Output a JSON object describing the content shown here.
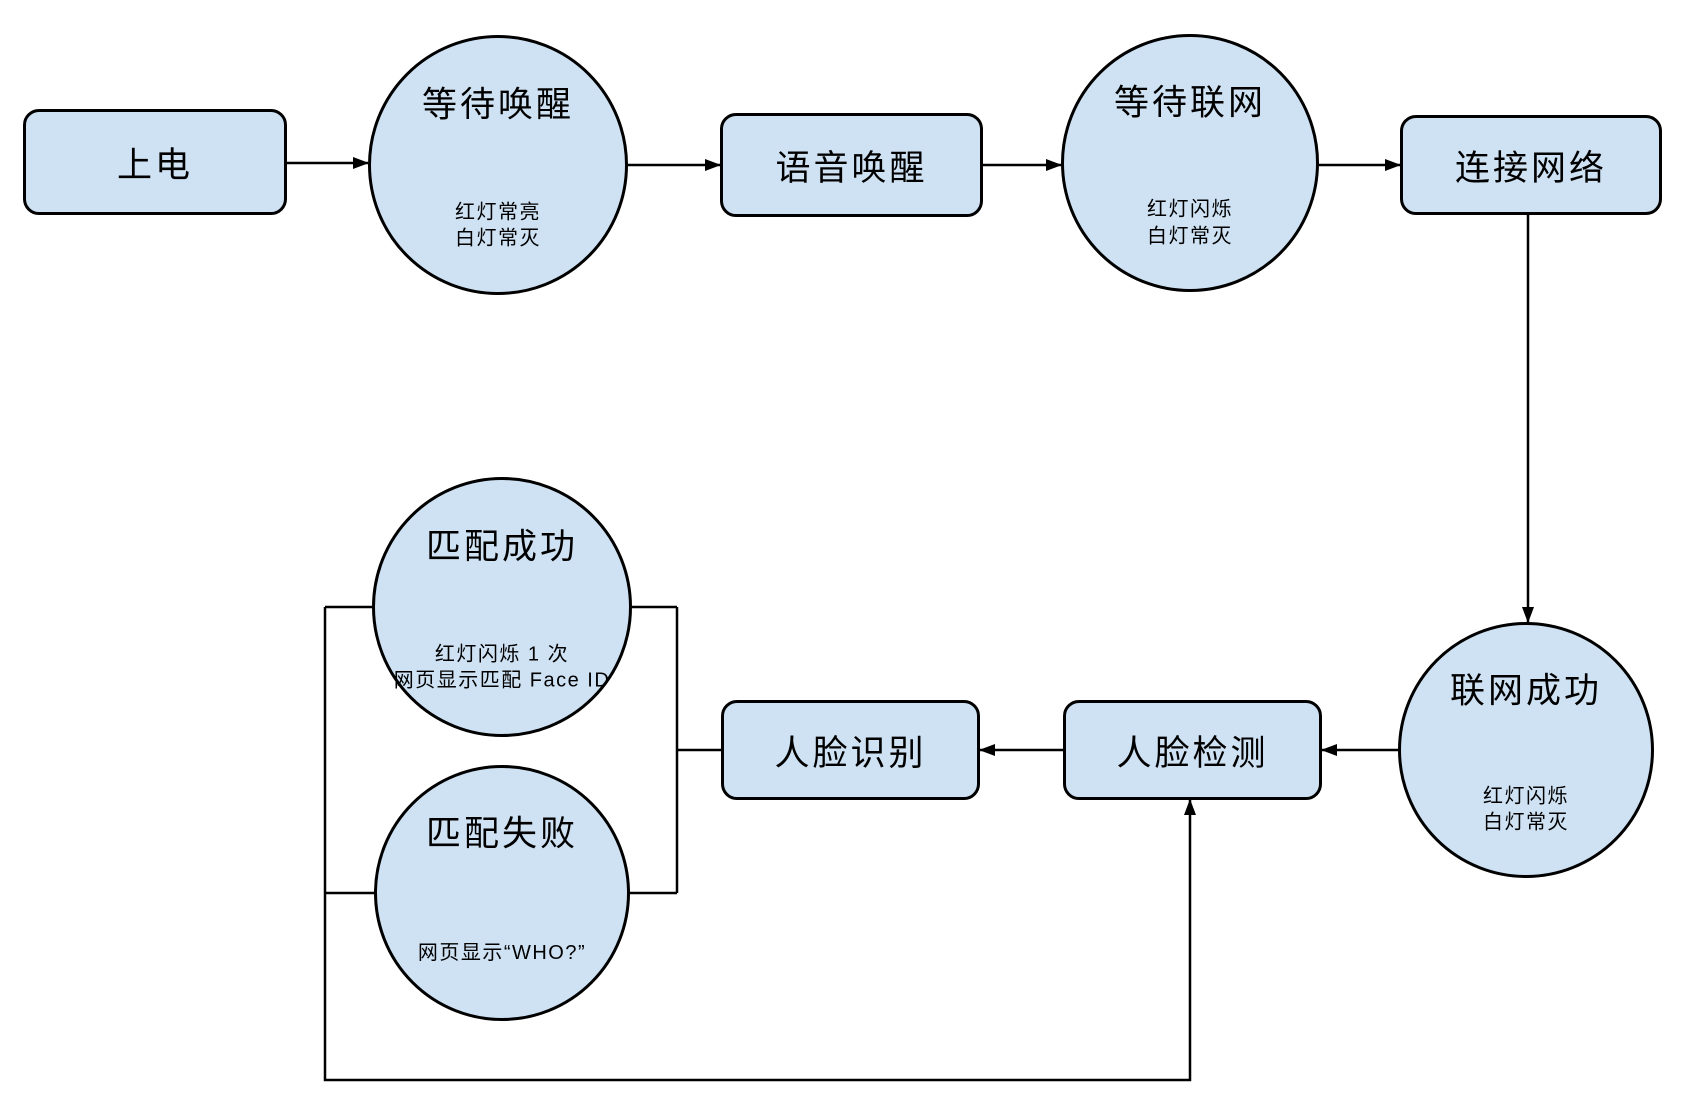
{
  "colors": {
    "node_fill": "#cfe2f3",
    "node_border": "#000000",
    "connector": "#000000",
    "background": "#ffffff"
  },
  "nodes": {
    "power_on": {
      "label": "上电"
    },
    "wait_wake": {
      "label": "等待唤醒",
      "sub1": "红灯常亮",
      "sub2": "白灯常灭"
    },
    "voice_wake": {
      "label": "语音唤醒"
    },
    "wait_network": {
      "label": "等待联网",
      "sub1": "红灯闪烁",
      "sub2": "白灯常灭"
    },
    "connect_network": {
      "label": "连接网络"
    },
    "network_success": {
      "label": "联网成功",
      "sub1": "红灯闪烁",
      "sub2": "白灯常灭"
    },
    "face_detect": {
      "label": "人脸检测"
    },
    "face_recognize": {
      "label": "人脸识别"
    },
    "match_success": {
      "label": "匹配成功",
      "sub1": "红灯闪烁 1 次",
      "sub2": "网页显示匹配 Face ID"
    },
    "match_fail": {
      "label": "匹配失败",
      "sub1": "网页显示“WHO?”"
    }
  },
  "edges": [
    {
      "from": "上电",
      "to": "等待唤醒"
    },
    {
      "from": "等待唤醒",
      "to": "语音唤醒"
    },
    {
      "from": "语音唤醒",
      "to": "等待联网"
    },
    {
      "from": "等待联网",
      "to": "连接网络"
    },
    {
      "from": "连接网络",
      "to": "联网成功"
    },
    {
      "from": "联网成功",
      "to": "人脸检测"
    },
    {
      "from": "人脸检测",
      "to": "人脸识别"
    },
    {
      "from": "人脸识别",
      "to": "匹配成功"
    },
    {
      "from": "人脸识别",
      "to": "匹配失败"
    },
    {
      "from": "匹配成功",
      "to": "人脸检测"
    },
    {
      "from": "匹配失败",
      "to": "人脸检测"
    }
  ]
}
